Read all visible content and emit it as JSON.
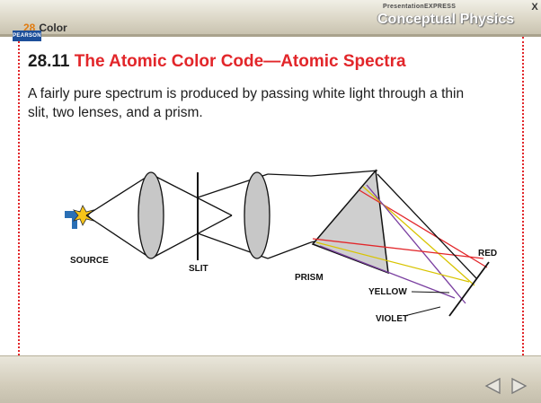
{
  "header": {
    "chapter_number": "28",
    "chapter_title": "Color",
    "brand_small": "PresentationEXPRESS",
    "brand_main": "Conceptual Physics",
    "close_label": "X"
  },
  "slide": {
    "section_number": "28.11",
    "section_title": "The Atomic Color Code—Atomic Spectra",
    "body": "A fairly pure spectrum is produced by passing white light through a thin slit, two lenses, and a prism."
  },
  "diagram": {
    "labels": {
      "source": "SOURCE",
      "slit": "SLIT",
      "prism": "PRISM",
      "red": "RED",
      "yellow": "YELLOW",
      "violet": "VIOLET"
    },
    "colors": {
      "red": "#e2262a",
      "yellow": "#d8c400",
      "violet": "#7a3fa0",
      "prism_fill": "#cfcfcf"
    }
  },
  "footer": {
    "logo_text": "PEARSON",
    "prev_icon": "triangle-left-icon",
    "next_icon": "triangle-right-icon"
  },
  "theme": {
    "accent": "#e2262a",
    "chapter_accent": "#e07b10",
    "logo_blue": "#1d4f9a"
  }
}
